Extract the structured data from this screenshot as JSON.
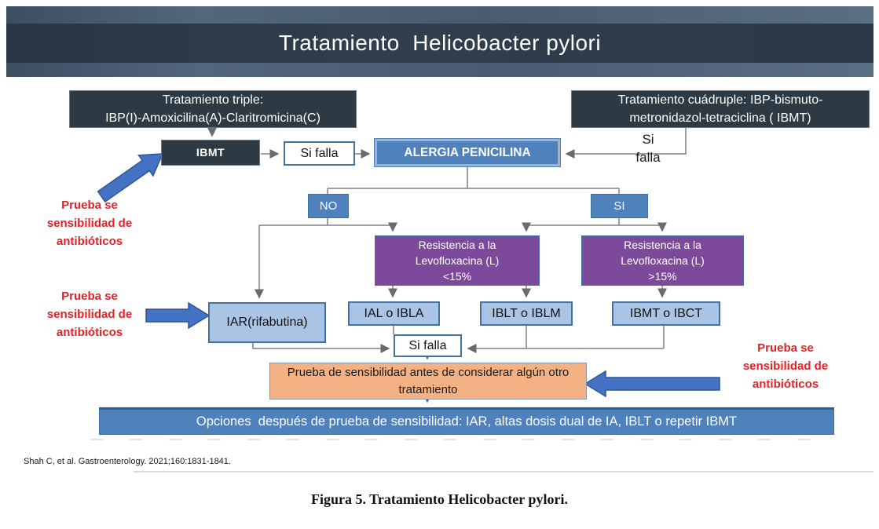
{
  "title": "Tratamiento  Helicobacter pylori",
  "flowchart": {
    "triple_box": {
      "line1": "Tratamiento triple:",
      "line2": "IBP(I)-Amoxicilina(A)-Claritromicina(C)"
    },
    "ibmt_box": "IBMT",
    "si_falla_1": "Si falla",
    "alergia_box": "ALERGIA PENICILINA",
    "cuadruple_box": {
      "line1": "Tratamiento cuádruple: IBP-bismuto-",
      "line2": "metronidazol-tetraciclina ( IBMT)"
    },
    "si_falla_right": {
      "line1": "Si",
      "line2": "falla"
    },
    "no_box": "NO",
    "si_box": "SI",
    "resistencia_lt15": {
      "line1": "Resistencia a la",
      "line2": "Levofloxacina (L)",
      "line3": "<15%"
    },
    "resistencia_gt15": {
      "line1": "Resistencia a la",
      "line2": "Levofloxacina (L)",
      "line3": ">15%"
    },
    "iar_box": "IAR(rifabutina)",
    "ial_box": "IAL o IBLA",
    "iblt_box": "IBLT o IBLM",
    "ibmt2_box": "IBMT o IBCT",
    "si_falla_2": "Si falla",
    "prueba_box": {
      "line1": "Prueba de sensibilidad antes de considerar algún otro",
      "line2": "tratamiento"
    },
    "opciones_box": "Opciones  después de prueba de sensibilidad: IAR, altas dosis dual de IA, IBLT o repetir IBMT",
    "red_note": {
      "line1": "Prueba se",
      "line2": "sensibilidad de",
      "line3": "antibióticos"
    }
  },
  "citation": "Shah C, et al. Gastroenterology. 2021;160:1831-1841.",
  "caption": "Figura 5. Tratamiento Helicobacter pylori.",
  "colors": {
    "banner_dark": "#2d3943",
    "banner_mid": "#52667c",
    "box_dark": "#2d3943",
    "box_blue": "#4f81bd",
    "box_light_blue": "#a9c4e5",
    "box_purple": "#7d4a9b",
    "box_orange": "#f4b183",
    "note_red": "#e32227",
    "arrow_blue": "#4472c4",
    "connector_gray": "#808080"
  }
}
